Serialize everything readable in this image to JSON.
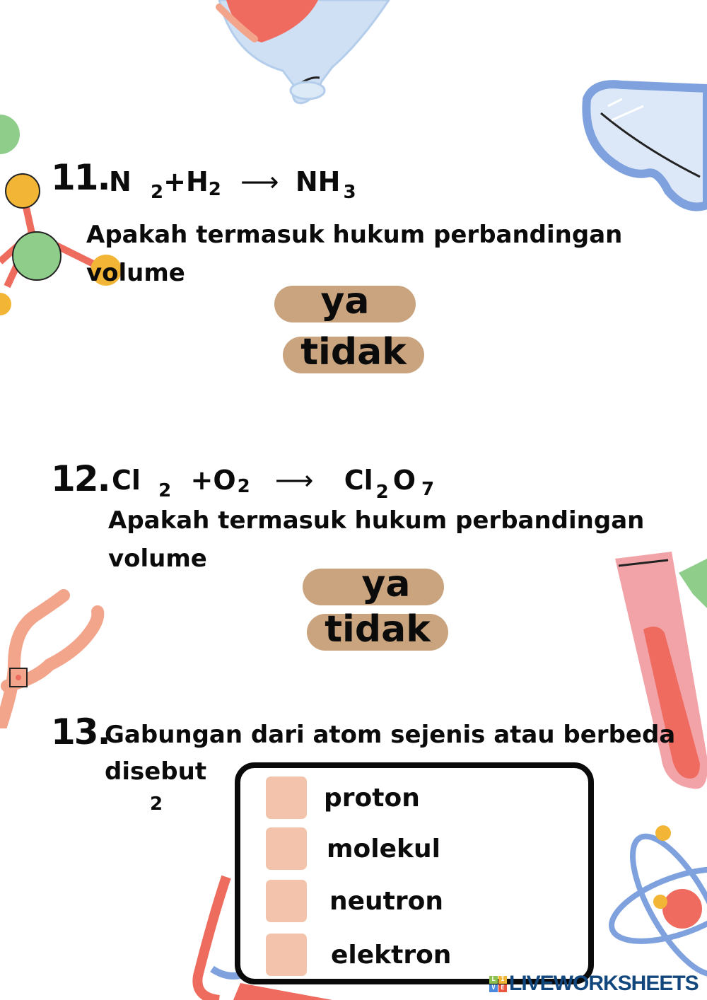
{
  "questions": [
    {
      "number": "11.",
      "formula": {
        "reactant1": "N",
        "reactant1_sub": "2",
        "plus": "+",
        "reactant2": "H",
        "reactant2_sub": "2",
        "arrow": "⟶",
        "product": "NH",
        "product_sub": "3"
      },
      "text_line1": "Apakah termasuk hukum perbandingan",
      "text_line2": "volume",
      "options": [
        "ya",
        "tidak"
      ]
    },
    {
      "number": "12.",
      "formula": {
        "reactant1": "Cl",
        "reactant1_sub": "2",
        "plus": "+",
        "reactant2": "O",
        "reactant2_sub": "2",
        "arrow": "⟶",
        "product_a": "Cl",
        "product_a_sub": "2",
        "product_b": "O",
        "product_b_sub": "7"
      },
      "text_line1": "Apakah termasuk hukum perbandingan",
      "text_line2": "volume",
      "options": [
        "ya",
        "tidak"
      ]
    },
    {
      "number": "13.",
      "text_line1": "Gabungan dari atom sejenis atau berbeda",
      "text_line2": "disebut",
      "stray_sub": "2",
      "options": [
        "proton",
        "molekul",
        "neutron",
        "elektron"
      ]
    }
  ],
  "branding": {
    "logo_letters": [
      "L",
      "I",
      "V",
      "E"
    ],
    "name": "LIVEWORKSHEETS"
  },
  "colors": {
    "pill": "#c9a47e",
    "checkbox": "#f3c4ab",
    "brand": "#12477e",
    "text": "#0b0b0b"
  }
}
